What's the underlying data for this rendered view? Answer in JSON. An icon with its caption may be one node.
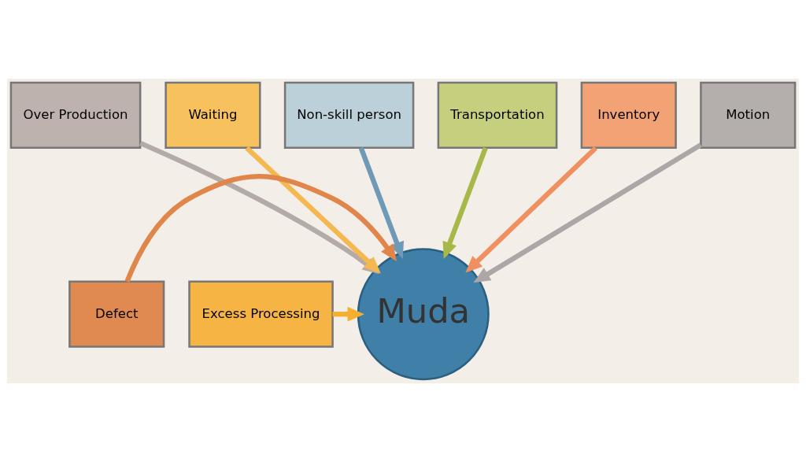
{
  "diagram": {
    "nodes": [
      {
        "text": [
          "Over Production"
        ]
      },
      {
        "text": [
          "Waiting"
        ]
      },
      {
        "text": [
          "Non-skill person"
        ]
      },
      {
        "text": [
          "Transportation"
        ]
      },
      {
        "text": [
          "Inventory"
        ]
      },
      {
        "text": [
          "Motion"
        ]
      },
      {
        "text": [
          "Defect"
        ]
      },
      {
        "text": [
          "Excess Processing"
        ]
      },
      {
        "text": [
          "Muda"
        ]
      }
    ],
    "edges": [
      {
        "from": 6,
        "to": 8,
        "arrow": "to",
        "color": "#e0864a"
      },
      {
        "from": 0,
        "to": 8,
        "arrow": "to",
        "color": "#b4aaa8"
      },
      {
        "from": 1,
        "to": 8,
        "arrow": "to",
        "color": "#f5b850"
      },
      {
        "from": 2,
        "to": 8,
        "arrow": "to",
        "color": "#6e9ab8"
      },
      {
        "from": 3,
        "to": 8,
        "arrow": "to",
        "color": "#a8b848"
      },
      {
        "from": 4,
        "to": 8,
        "arrow": "to",
        "color": "#f09060"
      },
      {
        "from": 5,
        "to": 8,
        "arrow": "to",
        "color": "#aca6a6"
      },
      {
        "from": 7,
        "to": 8,
        "arrow": "to",
        "color": "#f5b030"
      }
    ]
  }
}
